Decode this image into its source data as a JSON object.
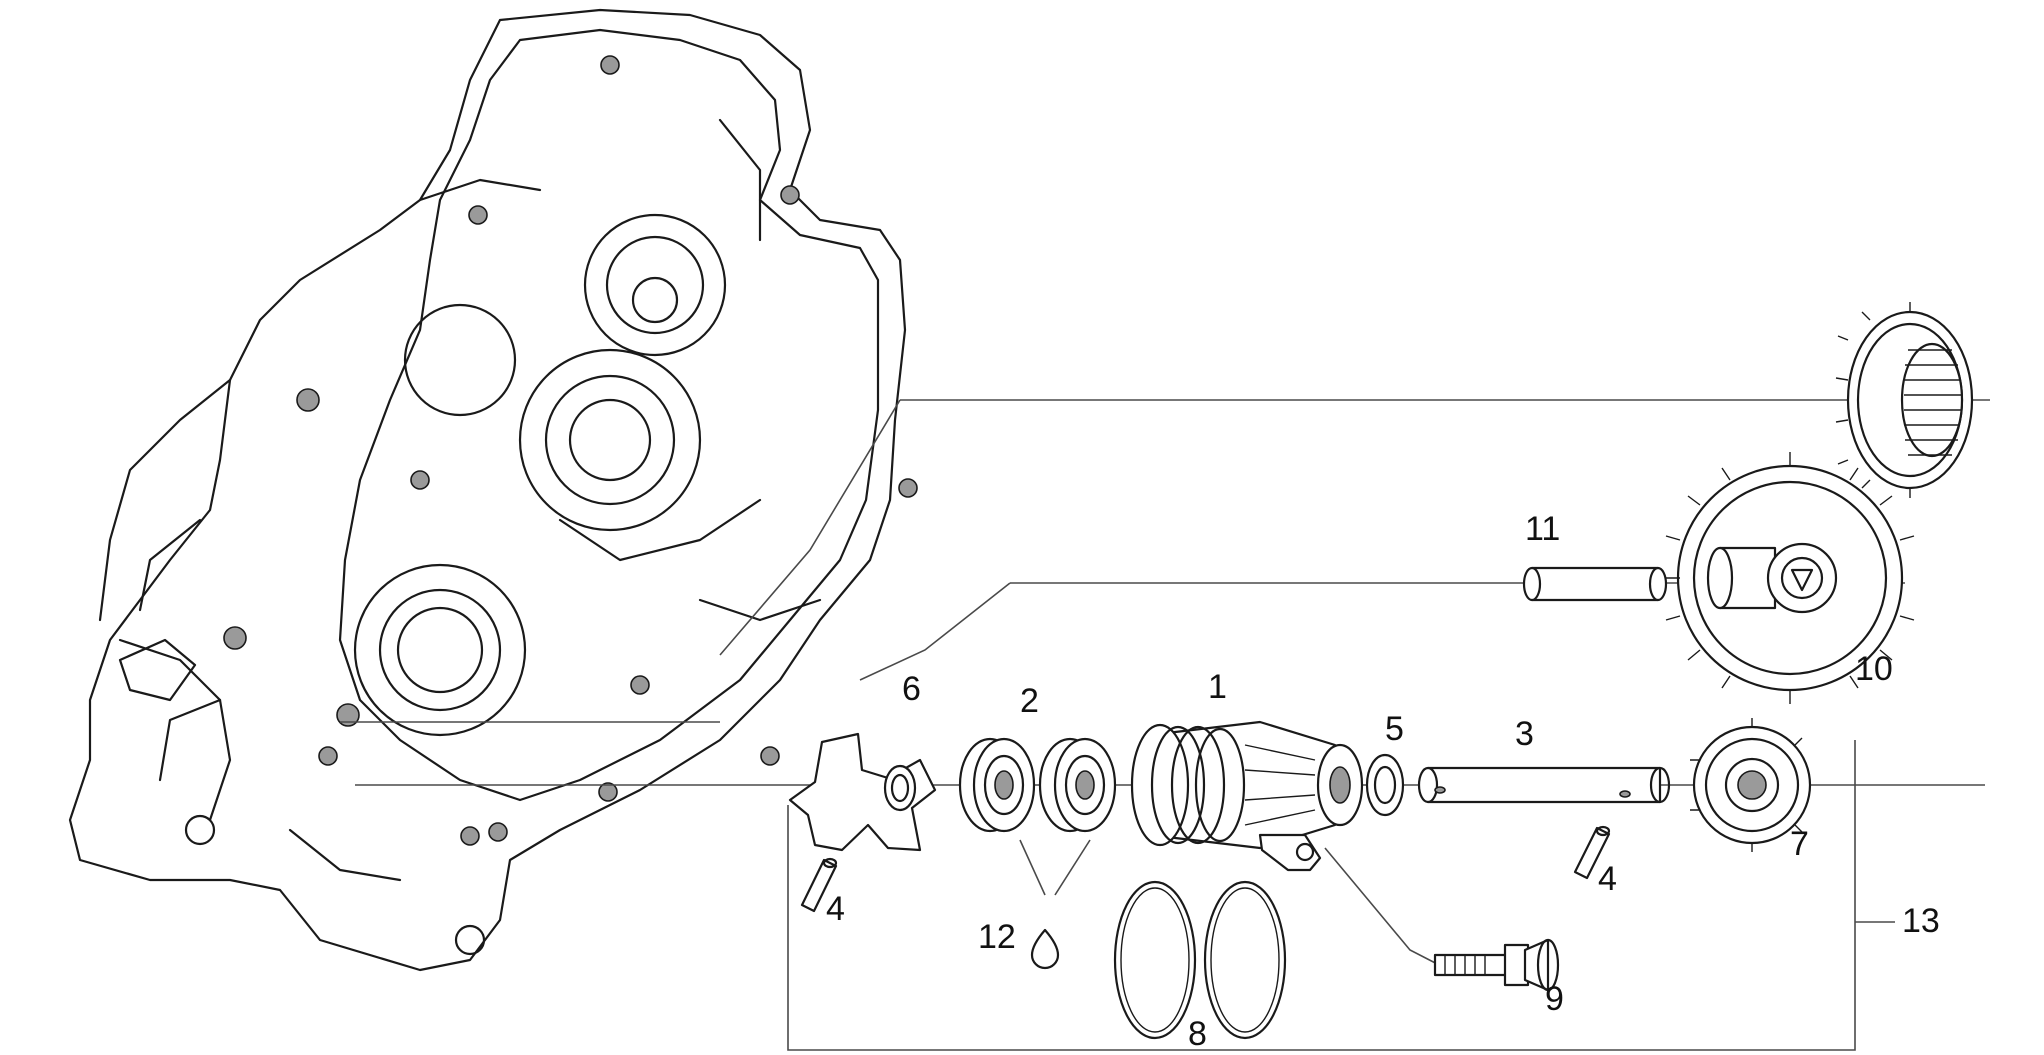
{
  "callouts": {
    "c1": "1",
    "c2": "2",
    "c3": "3",
    "c4a": "4",
    "c4b": "4",
    "c5": "5",
    "c6": "6",
    "c7": "7",
    "c8": "8",
    "c9": "9",
    "c10": "10",
    "c11": "11",
    "c12": "12",
    "c13": "13"
  },
  "colors": {
    "line": "#1a1a1a",
    "background": "#ffffff",
    "fill_gray": "#9a9a9a"
  }
}
